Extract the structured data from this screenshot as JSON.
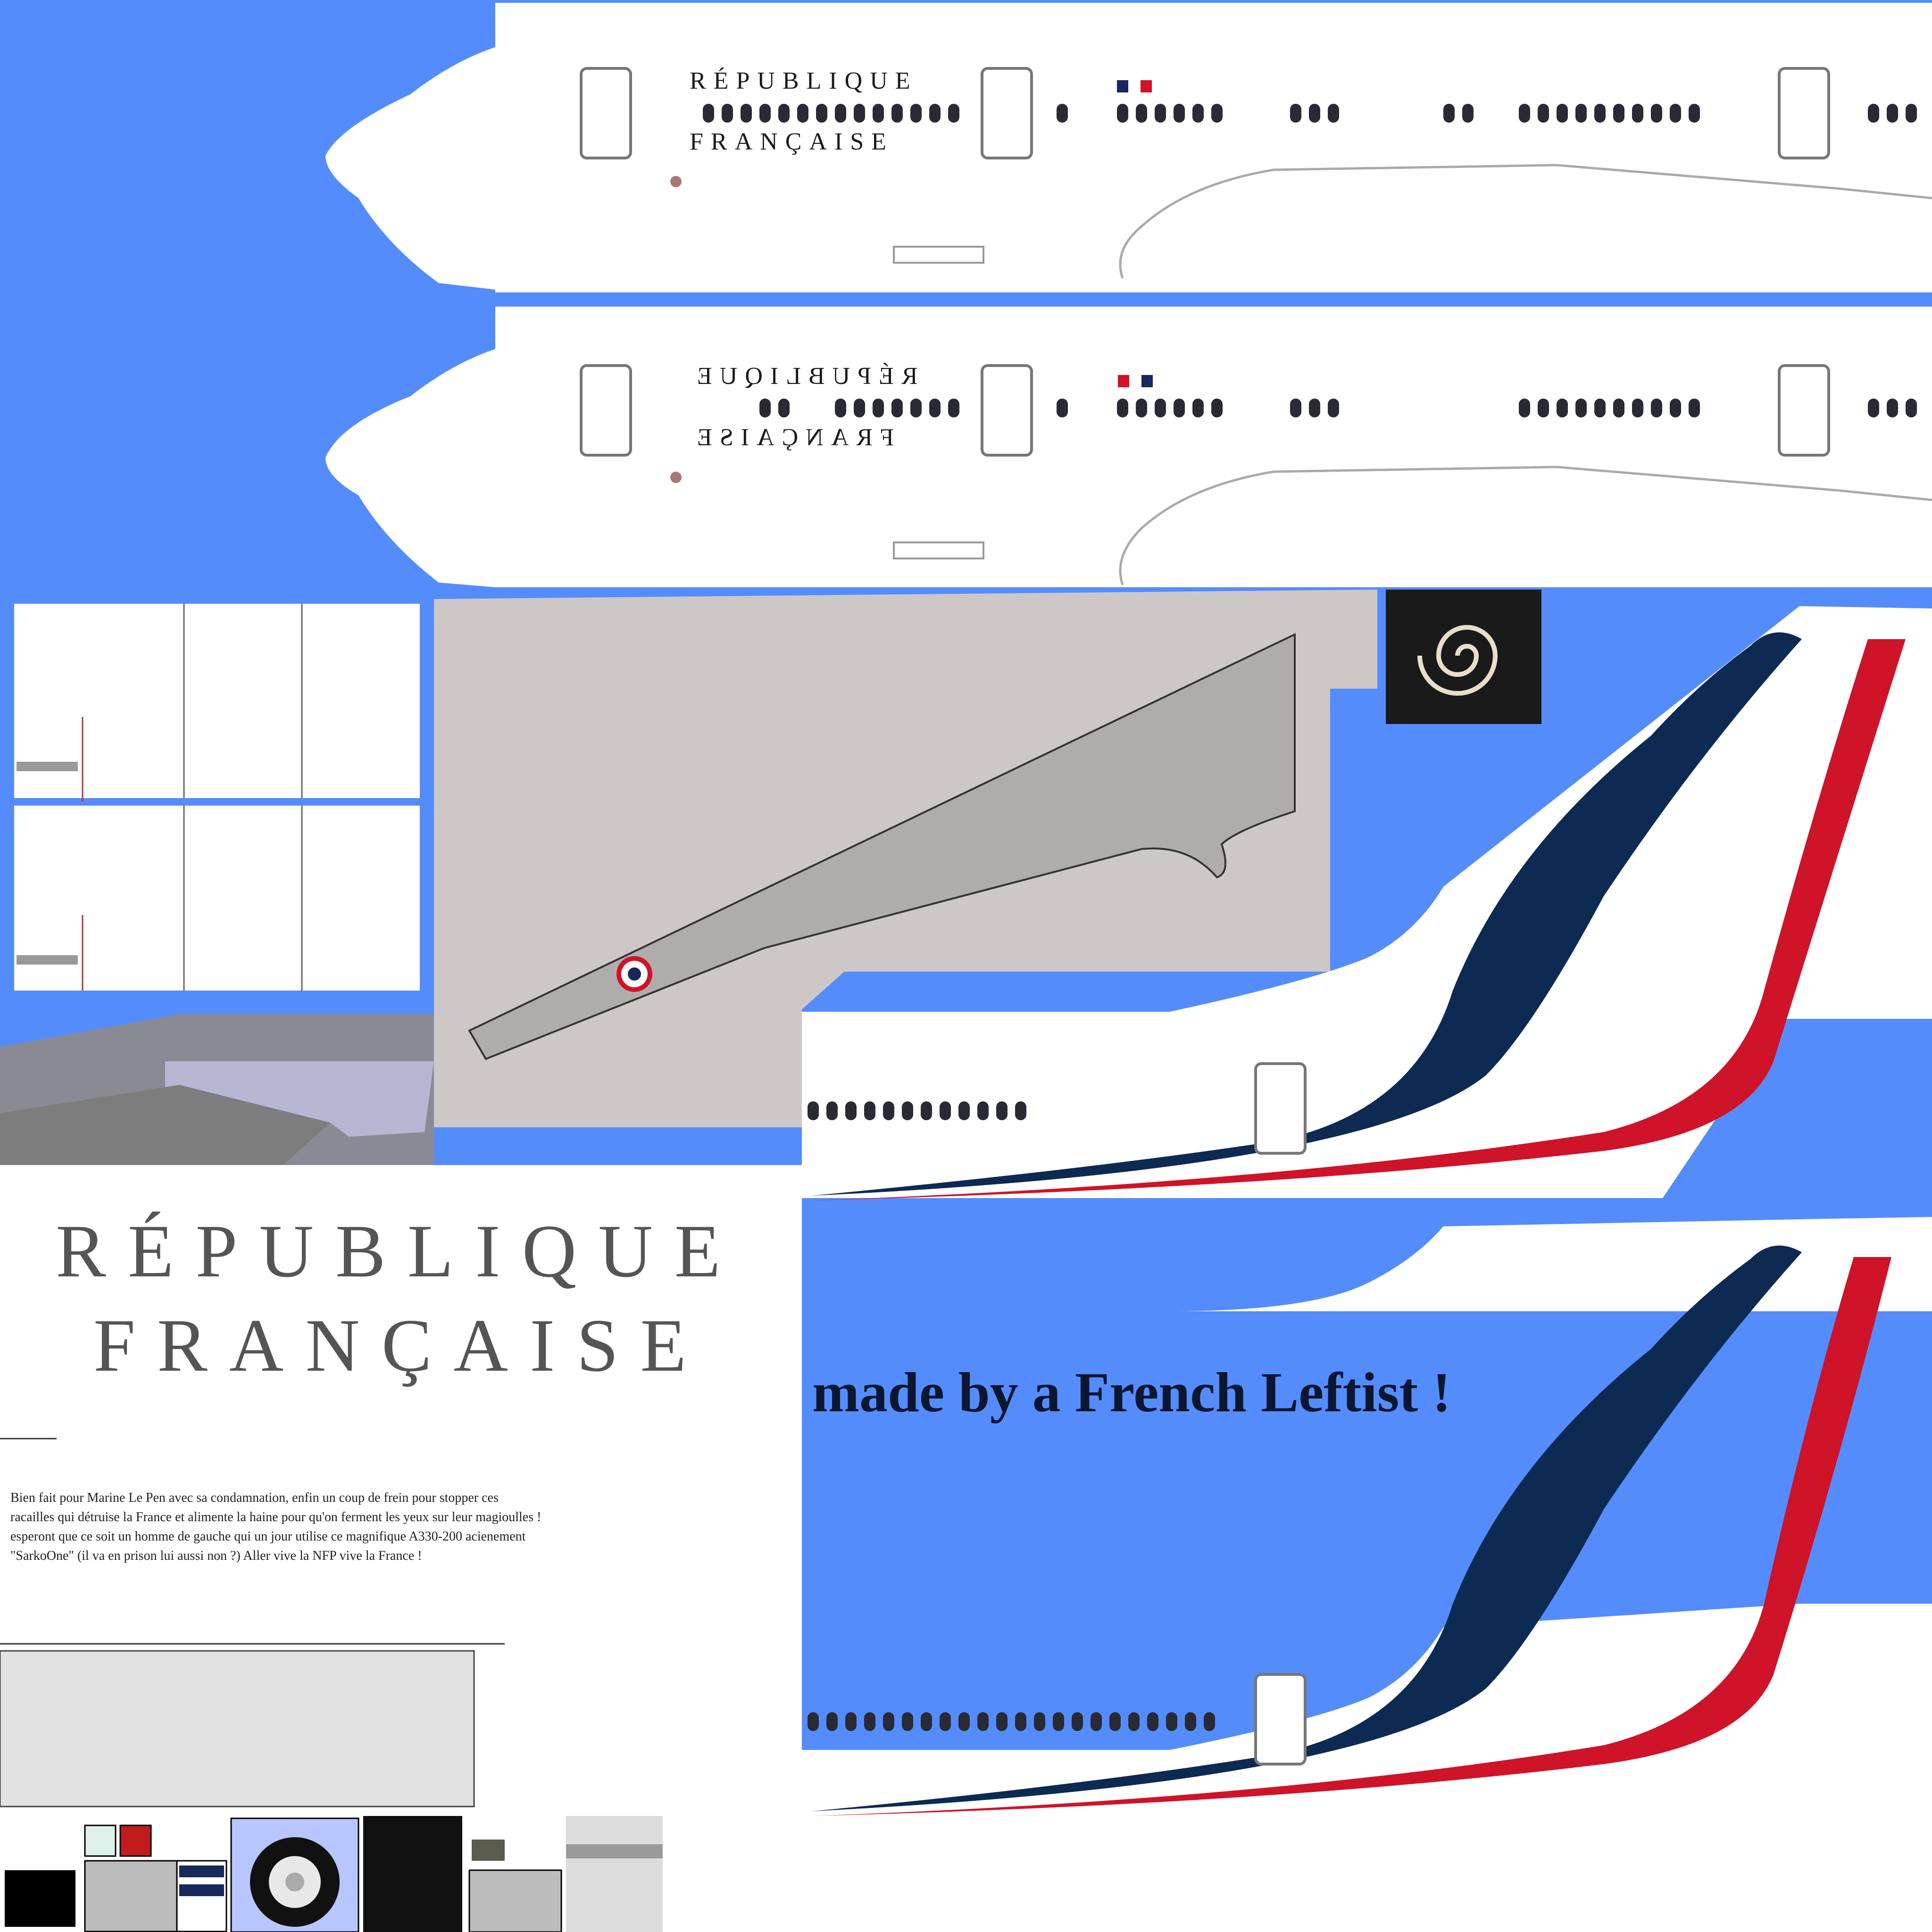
{
  "fuselage_top": {
    "line1": "RÉPUBLIQUE",
    "line2": "FRANÇAISE"
  },
  "fuselage_mirrored": {
    "line1": "RÉPUBLIQUE",
    "line2": "FRANÇAISE"
  },
  "large_title": {
    "line1": "RÉPUBLIQUE",
    "line2": "FRANÇAISE"
  },
  "author_note": "Bien fait pour Marine Le Pen avec sa condamnation, enfin un coup de frein pour stopper ces racailles qui détruise la France et alimente la haine pour qu'on ferment les yeux sur leur magioulles ! esperont que ce soit un homme de gauche qui un jour utilise ce magnifique A330-200 acienement \"SarkoOne\" (il va en prison lui aussi non ?) Aller vive la NFP vive la France !",
  "credit": "made by a French Leftist !",
  "colors": {
    "background_blue": "#558cfb",
    "french_navy": "#0c2a52",
    "french_red": "#cf1329",
    "wing_grey": "#b1acac",
    "panel_grey": "#cdc7c7"
  },
  "icons": [
    "roundel-icon",
    "spiral-logo-icon",
    "wheel-icon",
    "flag-icon"
  ]
}
